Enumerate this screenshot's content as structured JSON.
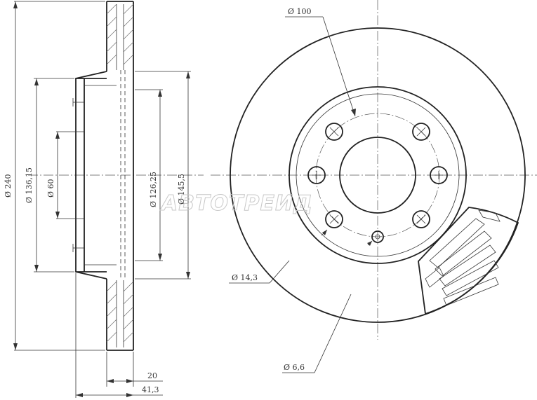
{
  "watermark": "ABTOTPEИД",
  "side_view": {
    "dimensions": {
      "outer_diameter": "Ø 240",
      "hat_bore": "Ø 136,15",
      "center_bore": "Ø 60",
      "hub_diameter": "Ø 126,25",
      "hat_outer": "Ø 145,5",
      "disc_thickness": "20",
      "total_height": "41,3"
    }
  },
  "front_view": {
    "dimensions": {
      "bolt_circle": "Ø 100",
      "bolt_hole": "Ø 14,3",
      "pin_hole": "Ø 6,6"
    },
    "bolt_holes_count": 6
  },
  "colors": {
    "line": "#222222",
    "watermark": "#c8c8c8"
  }
}
